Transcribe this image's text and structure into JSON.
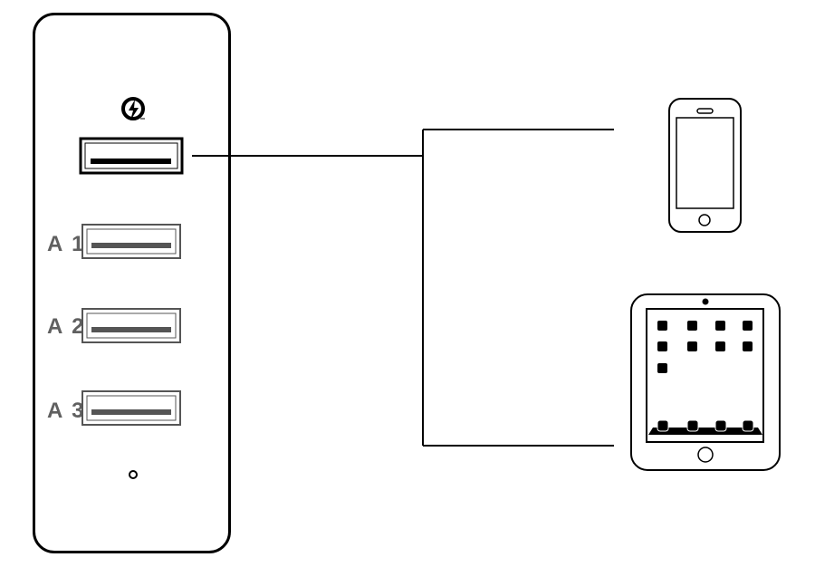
{
  "charger": {
    "ports": [
      {
        "id": "qc",
        "label": "",
        "type": "quick-charge",
        "icon": "quick-charge-icon"
      },
      {
        "id": "a1",
        "label": "A 1",
        "type": "usb-a"
      },
      {
        "id": "a2",
        "label": "A 2",
        "type": "usb-a"
      },
      {
        "id": "a3",
        "label": "A 3",
        "type": "usb-a"
      }
    ],
    "indicator": "led-indicator"
  },
  "devices": [
    {
      "id": "phone",
      "icon": "smartphone-icon"
    },
    {
      "id": "tablet",
      "icon": "tablet-icon"
    }
  ],
  "colors": {
    "stroke": "#000000",
    "port_bar_qc": "#000000",
    "port_bar": "#555555",
    "label": "#606060"
  }
}
